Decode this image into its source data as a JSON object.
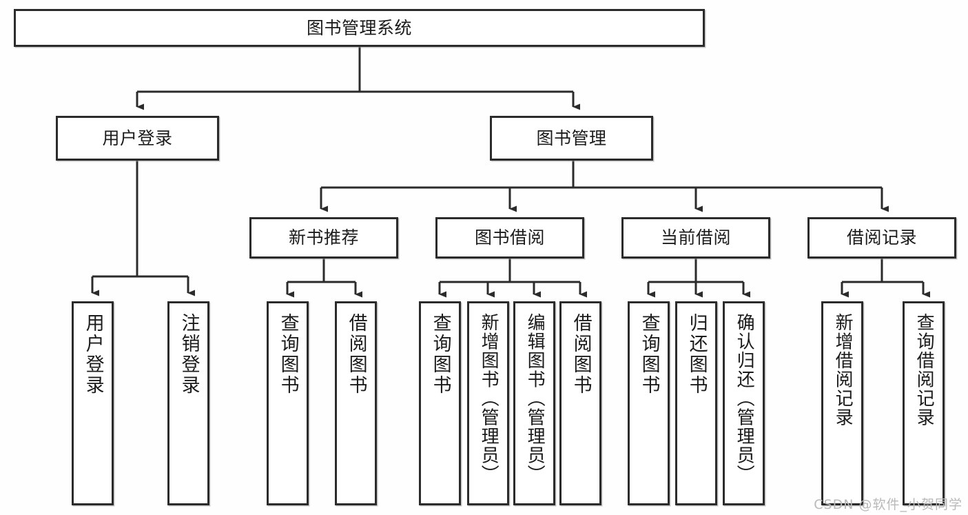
{
  "diagram": {
    "type": "tree-hierarchy-flowchart",
    "title": "图书管理系统",
    "watermark": "CSDN @软件_小贺同学",
    "colors": {
      "box_border": "#2b2b2b",
      "box_fill": "#ffffff",
      "connector": "#2b2b2b",
      "background": "#fefefe",
      "watermark": "#b9b9b9"
    },
    "levels": {
      "root": {
        "label": "图书管理系统"
      },
      "level2": [
        {
          "label": "用户登录"
        },
        {
          "label": "图书管理"
        }
      ],
      "level3": [
        {
          "label": "新书推荐"
        },
        {
          "label": "图书借阅"
        },
        {
          "label": "当前借阅"
        },
        {
          "label": "借阅记录"
        }
      ],
      "leaves": {
        "user_login": [
          {
            "label": "用户登录"
          },
          {
            "label": "注销登录"
          }
        ],
        "new_book_recommend": [
          {
            "label": "查询图书"
          },
          {
            "label": "借阅图书"
          }
        ],
        "book_borrow": [
          {
            "label": "查询图书"
          },
          {
            "label": "新增图书（管理员）"
          },
          {
            "label": "编辑图书（管理员）"
          },
          {
            "label": "借阅图书"
          }
        ],
        "current_borrow": [
          {
            "label": "查询图书"
          },
          {
            "label": "归还图书"
          },
          {
            "label": "确认归还（管理员）"
          }
        ],
        "borrow_records": [
          {
            "label": "新增借阅记录"
          },
          {
            "label": "查询借阅记录"
          }
        ]
      }
    }
  }
}
